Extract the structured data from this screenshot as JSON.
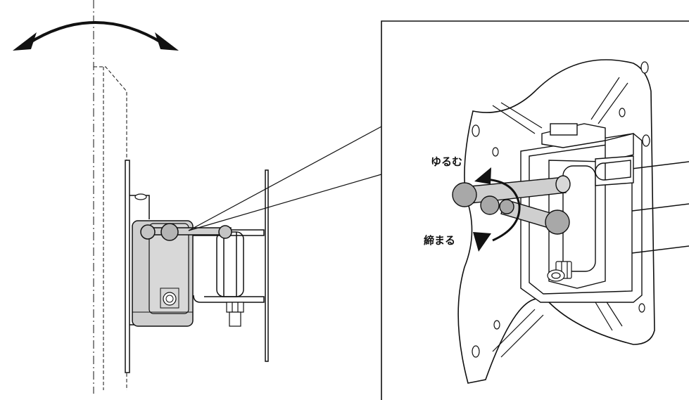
{
  "labels": {
    "loosen": "ゆるむ",
    "tighten": "締まる"
  },
  "colors": {
    "line": "#111111",
    "part_fill": "#cfcfcf",
    "knob_fill": "#a8a8a8",
    "background": "#ffffff"
  },
  "icons": {
    "swing": "double-headed-curved-arrow",
    "rotate": "rotation-arrows"
  }
}
